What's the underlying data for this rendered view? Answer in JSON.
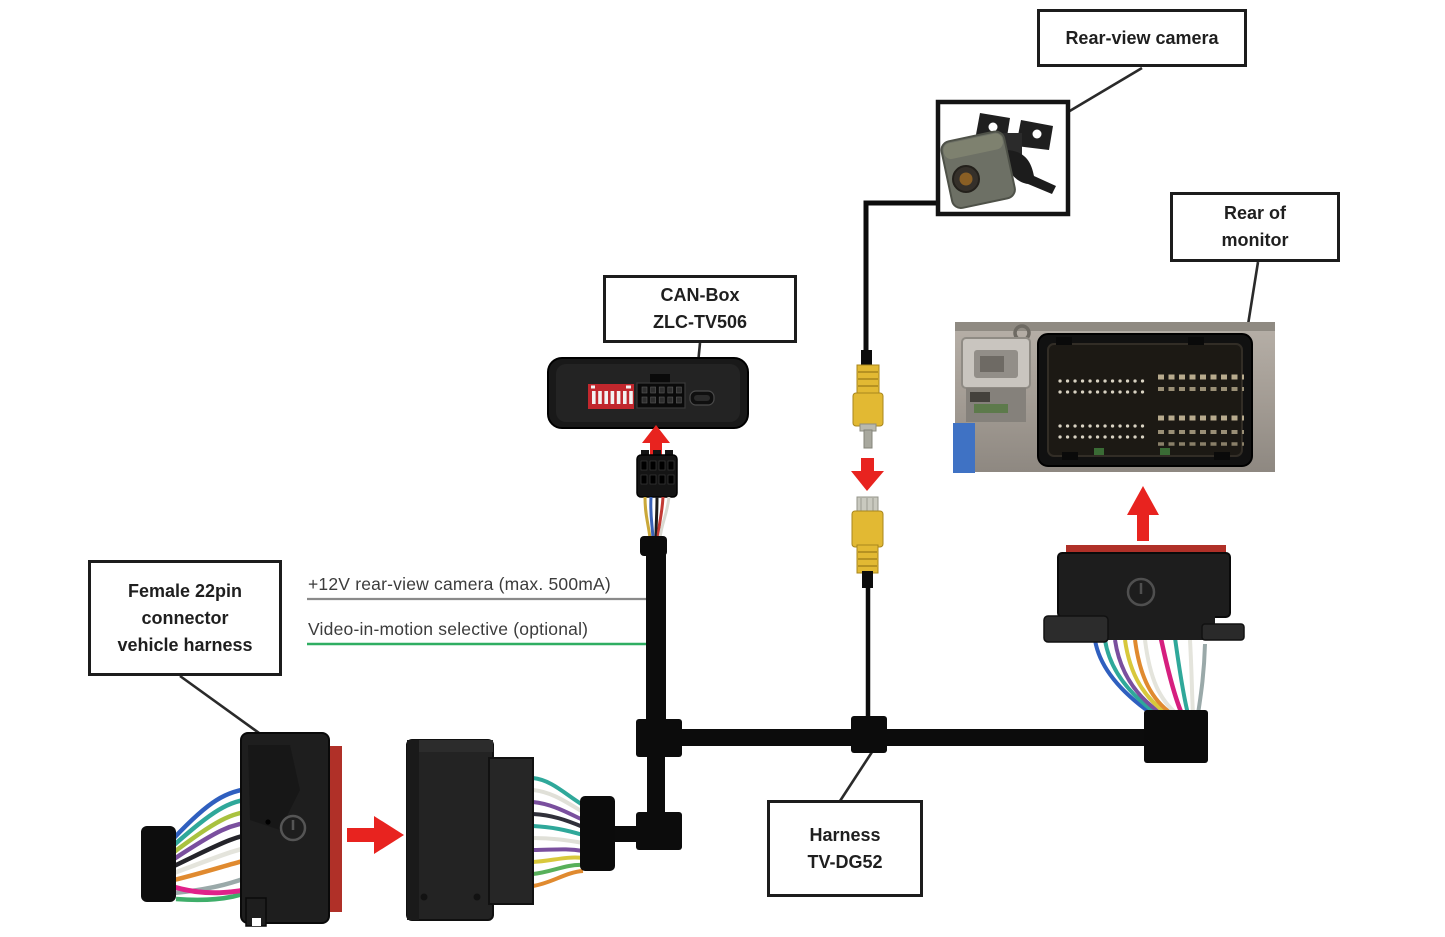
{
  "labels": {
    "rear_view_camera": "Rear-view camera",
    "rear_of_monitor": [
      "Rear of",
      "monitor"
    ],
    "can_box": [
      "CAN-Box",
      "ZLC-TV506"
    ],
    "female_connector": [
      "Female 22pin",
      "connector",
      "vehicle harness"
    ],
    "harness": [
      "Harness",
      "TV-DG52"
    ]
  },
  "wire_labels": {
    "power": "+12V rear-view camera  (max. 500mA)",
    "video_in_motion": "Video-in-motion  selective (optional)"
  },
  "colors": {
    "arrow_red": "#e8231f",
    "wire_green": "#2fae62",
    "wire_power_underline": "#8a8a8a",
    "rca_yellow": "#e2b933",
    "dip_switch_red": "#c1272d",
    "connector_edge_red": "#b03028",
    "sticker_blue": "#3f72c4",
    "cable_black": "#0c0c0c"
  }
}
